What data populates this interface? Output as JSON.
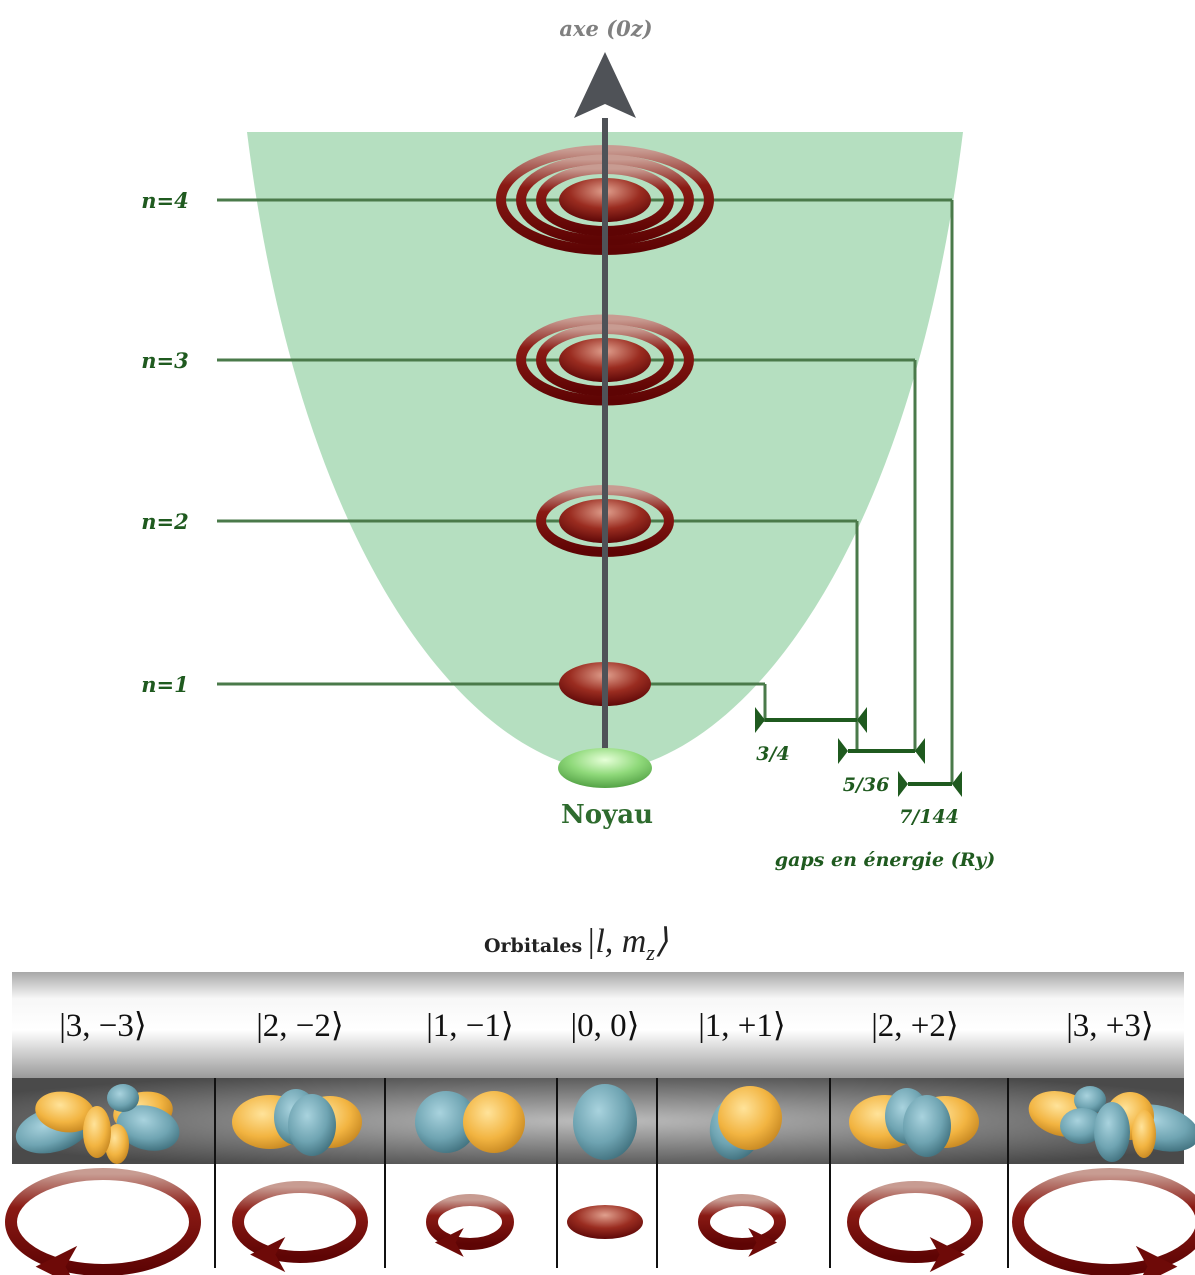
{
  "axis_label": "axe (0z)",
  "nucleus_label": "Noyau",
  "levels": [
    {
      "label": "n=1",
      "rings": 0
    },
    {
      "label": "n=2",
      "rings": 1
    },
    {
      "label": "n=3",
      "rings": 2
    },
    {
      "label": "n=4",
      "rings": 3
    }
  ],
  "gaps": [
    "3/4",
    "5/36",
    "7/144"
  ],
  "gaps_caption": "gaps en énergie (Ry)",
  "orbitals_title": "Orbitales",
  "orbitals_title_math": "|l, m",
  "orbitals_title_sub": "z",
  "orbitals_title_close": "⟩",
  "orbitals": [
    {
      "ket": "|3, −3⟩",
      "l": 3,
      "m": -3
    },
    {
      "ket": "|2, −2⟩",
      "l": 2,
      "m": -2
    },
    {
      "ket": "|1, −1⟩",
      "l": 1,
      "m": -1
    },
    {
      "ket": "|0, 0⟩",
      "l": 0,
      "m": 0
    },
    {
      "ket": "|1, +1⟩",
      "l": 1,
      "m": 1
    },
    {
      "ket": "|2, +2⟩",
      "l": 2,
      "m": 2
    },
    {
      "ket": "|3, +3⟩",
      "l": 3,
      "m": 3
    }
  ],
  "colors": {
    "well": "#b5dfc0",
    "level_line": "#4a7a4a",
    "ring": "#7a0d0d",
    "axis": "#4f5257",
    "nucleus": "#7fd16f",
    "lobe_blue": "#6fa6b4",
    "lobe_yellow": "#f2b845"
  }
}
